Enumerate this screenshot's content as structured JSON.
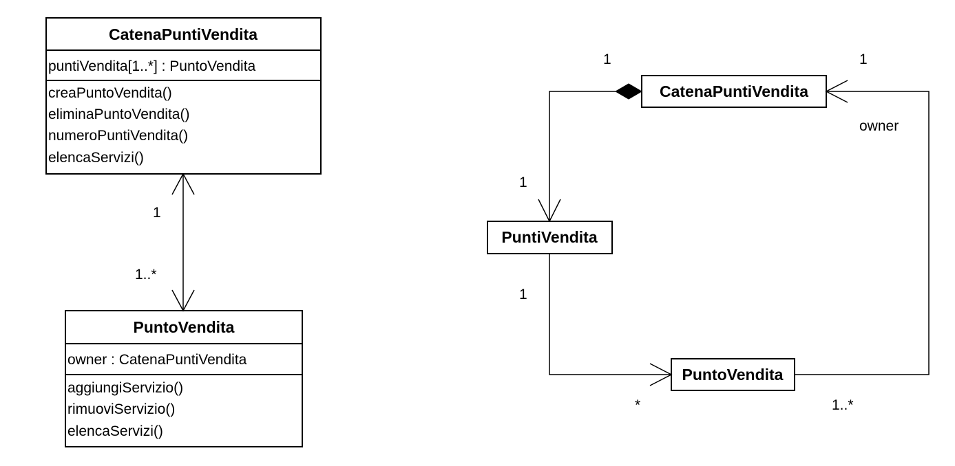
{
  "left_diagram": {
    "catena_class": {
      "name": "CatenaPuntiVendita",
      "attributes": [
        "puntiVendita[1..*] : PuntoVendita"
      ],
      "operations": [
        "creaPuntoVendita()",
        "eliminaPuntoVendita()",
        "numeroPuntiVendita()",
        "elencaServizi()"
      ]
    },
    "punto_class": {
      "name": "PuntoVendita",
      "attributes": [
        "owner : CatenaPuntiVendita"
      ],
      "operations": [
        "aggiungiServizio()",
        "rimuoviServizio()",
        "elencaServizi()"
      ]
    },
    "association": {
      "catena_multiplicity": "1",
      "punto_multiplicity": "1..*"
    }
  },
  "right_diagram": {
    "catena_name": "CatenaPuntiVendita",
    "punti_name": "PuntiVendita",
    "punto_name": "PuntoVendita",
    "composition": {
      "catena_end": "1",
      "punti_end": "1"
    },
    "punti_to_punto": {
      "punti_end": "1",
      "punto_end": "*"
    },
    "owner_association": {
      "role": "owner",
      "catena_end": "1",
      "punto_end": "1..*"
    }
  }
}
